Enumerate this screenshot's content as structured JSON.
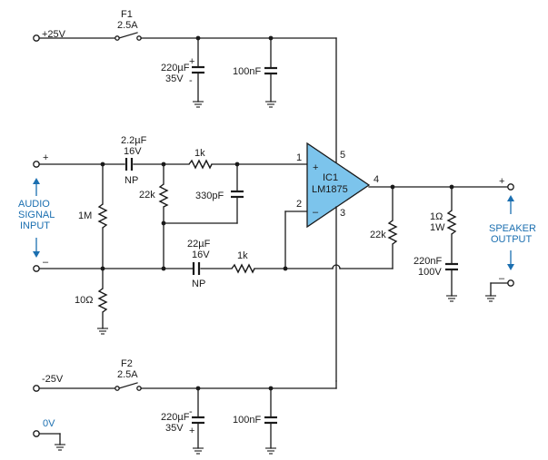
{
  "supply": {
    "pos_label": "+25V",
    "neg_label": "-25V",
    "zero_label": "0V"
  },
  "fuses": {
    "f1_name": "F1",
    "f1_value": "2.5A",
    "f2_name": "F2",
    "f2_value": "2.5A"
  },
  "decoupling": {
    "top_elec_value": "220µF",
    "top_elec_voltage": "35V",
    "top_cer_value": "100nF",
    "bottom_elec_value": "220µF",
    "bottom_elec_voltage": "35V",
    "bottom_cer_value": "100nF",
    "plus_sign": "+",
    "minus_sign": "-"
  },
  "input": {
    "plus": "+",
    "minus": "–",
    "label_line1": "AUDIO",
    "label_line2": "SIGNAL",
    "label_line3": "INPUT",
    "c_in_value": "2.2µF",
    "c_in_voltage": "16V",
    "c_in_type": "NP",
    "r_in_series": "1k",
    "r_bias": "22k",
    "c_filter": "330pF",
    "r_load": "1M",
    "r_ground": "10Ω"
  },
  "feedback": {
    "cap_value": "22µF",
    "cap_voltage": "16V",
    "cap_type": "NP",
    "res": "1k",
    "res_out": "22k"
  },
  "ic": {
    "name": "IC1",
    "part": "LM1875",
    "pin1": "1",
    "pin2": "2",
    "pin3": "3",
    "pin4": "4",
    "pin5": "5",
    "plus": "+",
    "minus": "–"
  },
  "output": {
    "zobel_r_value": "1Ω",
    "zobel_r_power": "1W",
    "zobel_c_value": "220nF",
    "zobel_c_voltage": "100V",
    "plus": "+",
    "minus": "–",
    "label_line1": "SPEAKER",
    "label_line2": "OUTPUT"
  },
  "colors": {
    "wire": "#1a1a1a",
    "ic_fill": "#7cc4ec",
    "label_blue": "#1b6fb0"
  }
}
